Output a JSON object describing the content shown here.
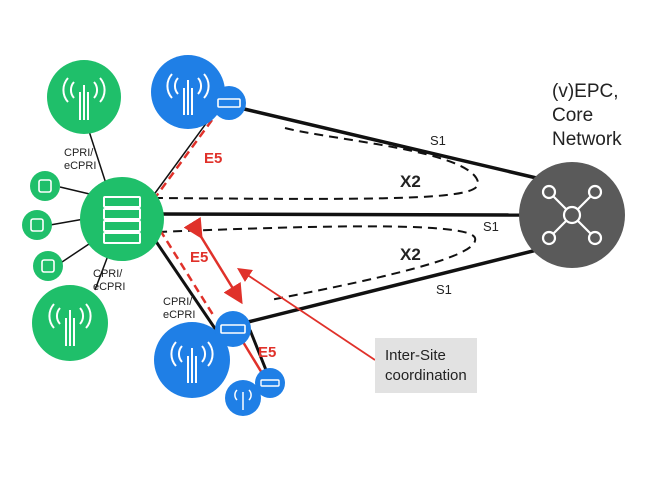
{
  "core": {
    "title_lines": [
      "(v)EPC,",
      "Core",
      "Network"
    ]
  },
  "links": {
    "s1_top": "S1",
    "s1_mid": "S1",
    "s1_bottom": "S1",
    "x2_top": "X2",
    "x2_bottom": "X2"
  },
  "e5": {
    "upper": "E5",
    "middle": "E5",
    "lower": "E5"
  },
  "cpri": {
    "top_left": [
      "CPRI/",
      "eCPRI"
    ],
    "bottom_left": [
      "CPRI/",
      "eCPRI"
    ],
    "bottom_center": [
      "CPRI/",
      "eCPRI"
    ]
  },
  "callout": {
    "lines": [
      "Inter-Site",
      "coordination"
    ]
  },
  "colors": {
    "green": "#1fbf6a",
    "blue": "#1f7fe6",
    "grey": "#5a5a5a",
    "red": "#e0312a",
    "black": "#111111"
  }
}
